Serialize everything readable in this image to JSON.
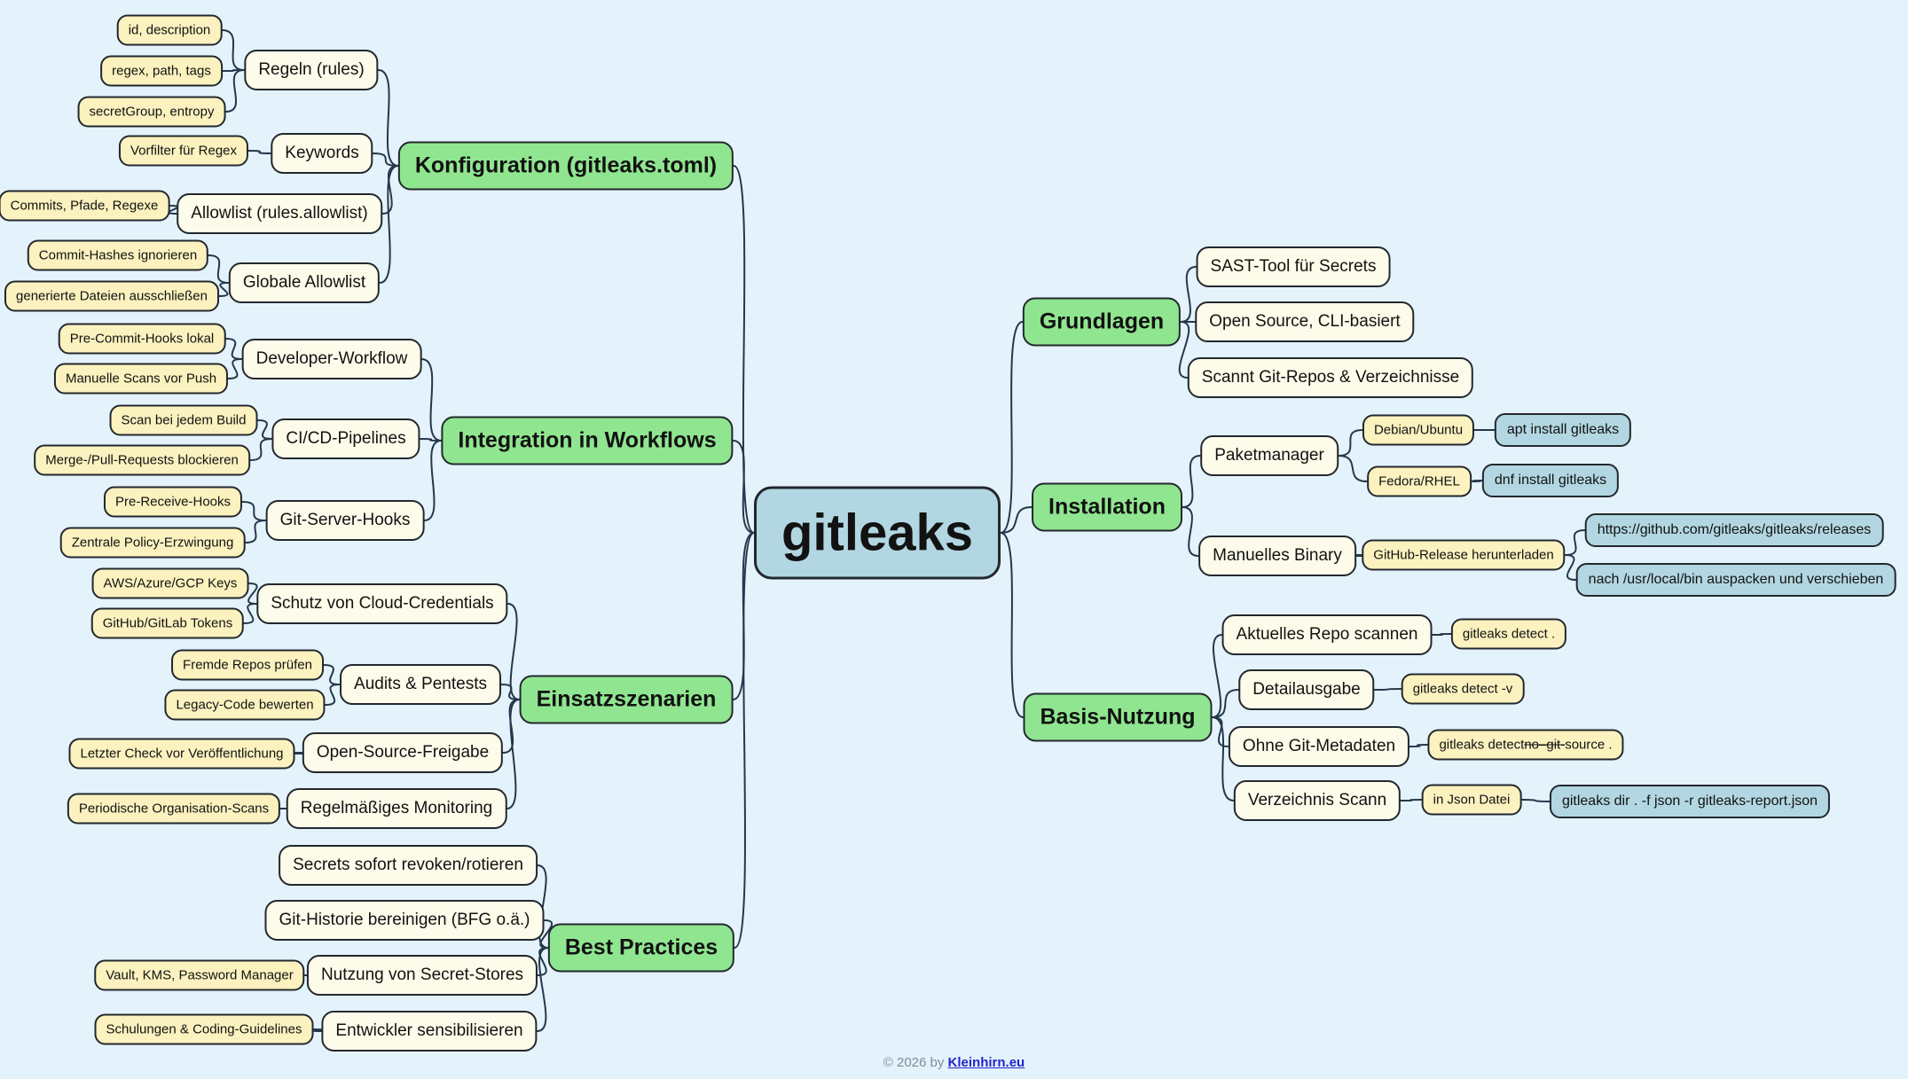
{
  "title": "gitleaks Mindmap",
  "palette": {
    "background": "#E4F2FC",
    "branch_green": "#90E690",
    "sub_cream": "#FDFBE9",
    "leaf_yellow": "#FBF2BF",
    "command_blue": "#B2D7E2",
    "connector_line": "#24384C",
    "link_blue": "#2424C8"
  },
  "footer": {
    "copyright_prefix": "© 2026 by ",
    "link_label": "Kleinhirn.eu"
  },
  "nodes": {
    "gitleaks": {
      "label": "gitleaks"
    },
    "konfiguration": {
      "label": "Konfiguration (gitleaks.toml)"
    },
    "regeln": {
      "label": "Regeln (rules)"
    },
    "id_desc": {
      "label": "id, description"
    },
    "regex_path": {
      "label": "regex, path, tags"
    },
    "secretgroup": {
      "label": "secretGroup, entropy"
    },
    "keywords": {
      "label": "Keywords"
    },
    "vorfilter": {
      "label": "Vorfilter für Regex"
    },
    "allowlist": {
      "label": "Allowlist (rules.allowlist)"
    },
    "commits_pfade": {
      "label": "Commits, Pfade, Regexe"
    },
    "globale": {
      "label": "Globale Allowlist"
    },
    "commit_hashes": {
      "label": "Commit-Hashes ignorieren"
    },
    "generierte": {
      "label": "generierte Dateien ausschließen"
    },
    "integration": {
      "label": "Integration in Workflows"
    },
    "developer": {
      "label": "Developer-Workflow"
    },
    "pre_commit": {
      "label": "Pre-Commit-Hooks lokal"
    },
    "manuelle": {
      "label": "Manuelle Scans vor Push"
    },
    "cicd": {
      "label": "CI/CD-Pipelines"
    },
    "scan_build": {
      "label": "Scan bei jedem Build"
    },
    "merge_pull": {
      "label": "Merge-/Pull-Requests blockieren"
    },
    "git_server": {
      "label": "Git-Server-Hooks"
    },
    "pre_receive": {
      "label": "Pre-Receive-Hooks"
    },
    "zentrale": {
      "label": "Zentrale Policy-Erzwingung"
    },
    "einsatz": {
      "label": "Einsatzszenarien"
    },
    "schutz": {
      "label": "Schutz von Cloud-Credentials"
    },
    "aws": {
      "label": "AWS/Azure/GCP Keys"
    },
    "gh_tokens": {
      "label": "GitHub/GitLab Tokens"
    },
    "audits": {
      "label": "Audits & Pentests"
    },
    "fremde": {
      "label": "Fremde Repos prüfen"
    },
    "legacy": {
      "label": "Legacy-Code bewerten"
    },
    "osf": {
      "label": "Open-Source-Freigabe"
    },
    "letzter": {
      "label": "Letzter Check vor Veröffentlichung"
    },
    "monitoring": {
      "label": "Regelmäßiges Monitoring"
    },
    "periodische": {
      "label": "Periodische Organisation-Scans"
    },
    "best": {
      "label": "Best Practices"
    },
    "secrets_rev": {
      "label": "Secrets sofort revoken/rotieren"
    },
    "historie": {
      "label": "Git-Historie bereinigen (BFG o.ä.)"
    },
    "stores": {
      "label": "Nutzung von Secret-Stores"
    },
    "vault": {
      "label": "Vault, KMS, Password Manager"
    },
    "entwickler": {
      "label": "Entwickler sensibilisieren"
    },
    "schulungen": {
      "label": "Schulungen & Coding-Guidelines"
    },
    "grundlagen": {
      "label": "Grundlagen"
    },
    "sast": {
      "label": "SAST-Tool für Secrets"
    },
    "open_cli": {
      "label": "Open Source, CLI-basiert"
    },
    "scannt": {
      "label": "Scannt Git-Repos & Verzeichnisse"
    },
    "installation": {
      "label": "Installation"
    },
    "paketmanager": {
      "label": "Paketmanager"
    },
    "debian": {
      "label": "Debian/Ubuntu"
    },
    "apt": {
      "label": "apt install gitleaks"
    },
    "fedora": {
      "label": "Fedora/RHEL"
    },
    "dnf": {
      "label": "dnf install gitleaks"
    },
    "man_binary": {
      "label": "Manuelles Binary"
    },
    "gh_release": {
      "label": "GitHub-Release herunterladen"
    },
    "url": {
      "label": "https://github.com/gitleaks/gitleaks/releases"
    },
    "nach_usr": {
      "label": "nach /usr/local/bin auspacken und verschieben"
    },
    "basis": {
      "label": "Basis-Nutzung"
    },
    "aktuelles": {
      "label": "Aktuelles Repo scannen"
    },
    "detect_dot": {
      "label": "gitleaks detect ."
    },
    "detailausgabe": {
      "label": "Detailausgabe"
    },
    "detect_v": {
      "label": "gitleaks detect -v"
    },
    "ohne_git": {
      "label": "Ohne Git-Metadaten"
    },
    "detect_nogit": {
      "prefix": "gitleaks detect ",
      "struck": "no–git-",
      "suffix": "source ."
    },
    "verzeichnis": {
      "label": "Verzeichnis Scann"
    },
    "json_datei": {
      "label": "in Json Datei"
    },
    "dir_cmd": {
      "label": "gitleaks dir . -f json -r gitleaks-report.json"
    }
  },
  "links": [
    [
      "gitleaks",
      "konfiguration"
    ],
    [
      "gitleaks",
      "integration"
    ],
    [
      "gitleaks",
      "einsatz"
    ],
    [
      "gitleaks",
      "best"
    ],
    [
      "gitleaks",
      "grundlagen"
    ],
    [
      "gitleaks",
      "installation"
    ],
    [
      "gitleaks",
      "basis"
    ],
    [
      "konfiguration",
      "regeln"
    ],
    [
      "konfiguration",
      "keywords"
    ],
    [
      "konfiguration",
      "allowlist"
    ],
    [
      "konfiguration",
      "globale"
    ],
    [
      "regeln",
      "id_desc"
    ],
    [
      "regeln",
      "regex_path"
    ],
    [
      "regeln",
      "secretgroup"
    ],
    [
      "keywords",
      "vorfilter"
    ],
    [
      "allowlist",
      "commits_pfade"
    ],
    [
      "globale",
      "commit_hashes"
    ],
    [
      "globale",
      "generierte"
    ],
    [
      "integration",
      "developer"
    ],
    [
      "integration",
      "cicd"
    ],
    [
      "integration",
      "git_server"
    ],
    [
      "developer",
      "pre_commit"
    ],
    [
      "developer",
      "manuelle"
    ],
    [
      "cicd",
      "scan_build"
    ],
    [
      "cicd",
      "merge_pull"
    ],
    [
      "git_server",
      "pre_receive"
    ],
    [
      "git_server",
      "zentrale"
    ],
    [
      "einsatz",
      "schutz"
    ],
    [
      "einsatz",
      "audits"
    ],
    [
      "einsatz",
      "osf"
    ],
    [
      "einsatz",
      "monitoring"
    ],
    [
      "schutz",
      "aws"
    ],
    [
      "schutz",
      "gh_tokens"
    ],
    [
      "audits",
      "fremde"
    ],
    [
      "audits",
      "legacy"
    ],
    [
      "osf",
      "letzter"
    ],
    [
      "monitoring",
      "periodische"
    ],
    [
      "best",
      "secrets_rev"
    ],
    [
      "best",
      "historie"
    ],
    [
      "best",
      "stores"
    ],
    [
      "best",
      "entwickler"
    ],
    [
      "stores",
      "vault"
    ],
    [
      "entwickler",
      "schulungen"
    ],
    [
      "grundlagen",
      "sast"
    ],
    [
      "grundlagen",
      "open_cli"
    ],
    [
      "grundlagen",
      "scannt"
    ],
    [
      "installation",
      "paketmanager"
    ],
    [
      "installation",
      "man_binary"
    ],
    [
      "paketmanager",
      "debian"
    ],
    [
      "paketmanager",
      "fedora"
    ],
    [
      "debian",
      "apt"
    ],
    [
      "fedora",
      "dnf"
    ],
    [
      "man_binary",
      "gh_release"
    ],
    [
      "gh_release",
      "url"
    ],
    [
      "gh_release",
      "nach_usr"
    ],
    [
      "basis",
      "aktuelles"
    ],
    [
      "basis",
      "detailausgabe"
    ],
    [
      "basis",
      "ohne_git"
    ],
    [
      "basis",
      "verzeichnis"
    ],
    [
      "aktuelles",
      "detect_dot"
    ],
    [
      "detailausgabe",
      "detect_v"
    ],
    [
      "ohne_git",
      "detect_nogit"
    ],
    [
      "verzeichnis",
      "json_datei"
    ],
    [
      "json_datei",
      "dir_cmd"
    ]
  ]
}
